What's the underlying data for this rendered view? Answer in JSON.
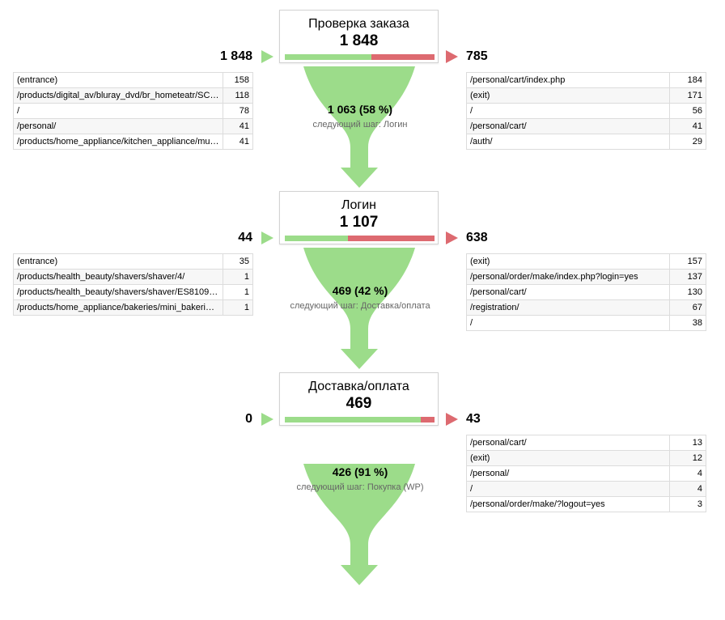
{
  "colors": {
    "green": "#9cdc8a",
    "red": "#dd6a70",
    "border": "#d2d2d2"
  },
  "steps": [
    {
      "name": "Проверка заказа",
      "count": "1 848",
      "bar_fraction": 0.58,
      "entrances": "1 848",
      "exits": "785",
      "conversion": "1 063 (58 %)",
      "next_step": "следующий шаг: Логин",
      "sources": [
        {
          "path": "(entrance)",
          "value": "158"
        },
        {
          "path": "/products/digital_av/bluray_dvd/br_hometeatr/SC-...",
          "value": "118"
        },
        {
          "path": "/",
          "value": "78"
        },
        {
          "path": "/personal/",
          "value": "41"
        },
        {
          "path": "/products/home_appliance/kitchen_appliance/multi...",
          "value": "41"
        }
      ],
      "destinations": [
        {
          "path": "/personal/cart/index.php",
          "value": "184"
        },
        {
          "path": "(exit)",
          "value": "171"
        },
        {
          "path": "/",
          "value": "56"
        },
        {
          "path": "/personal/cart/",
          "value": "41"
        },
        {
          "path": "/auth/",
          "value": "29"
        }
      ]
    },
    {
      "name": "Логин",
      "count": "1 107",
      "bar_fraction": 0.42,
      "entrances": "44",
      "exits": "638",
      "conversion": "469 (42 %)",
      "next_step": "следующий шаг: Доставка/оплата",
      "sources": [
        {
          "path": "(entrance)",
          "value": "35"
        },
        {
          "path": "/products/health_beauty/shavers/shaver/4/",
          "value": "1"
        },
        {
          "path": "/products/health_beauty/shavers/shaver/ES8109S...",
          "value": "1"
        },
        {
          "path": "/products/home_appliance/bakeries/mini_bakeries/...",
          "value": "1"
        }
      ],
      "destinations": [
        {
          "path": "(exit)",
          "value": "157"
        },
        {
          "path": "/personal/order/make/index.php?login=yes",
          "value": "137"
        },
        {
          "path": "/personal/cart/",
          "value": "130"
        },
        {
          "path": "/registration/",
          "value": "67"
        },
        {
          "path": "/",
          "value": "38"
        }
      ]
    },
    {
      "name": "Доставка/оплата",
      "count": "469",
      "bar_fraction": 0.91,
      "entrances": "0",
      "exits": "43",
      "conversion": "426 (91 %)",
      "next_step": "следующий шаг: Покупка (WP)",
      "sources": [],
      "destinations": [
        {
          "path": "/personal/cart/",
          "value": "13"
        },
        {
          "path": "(exit)",
          "value": "12"
        },
        {
          "path": "/personal/",
          "value": "4"
        },
        {
          "path": "/",
          "value": "4"
        },
        {
          "path": "/personal/order/make/?logout=yes",
          "value": "3"
        }
      ]
    }
  ]
}
